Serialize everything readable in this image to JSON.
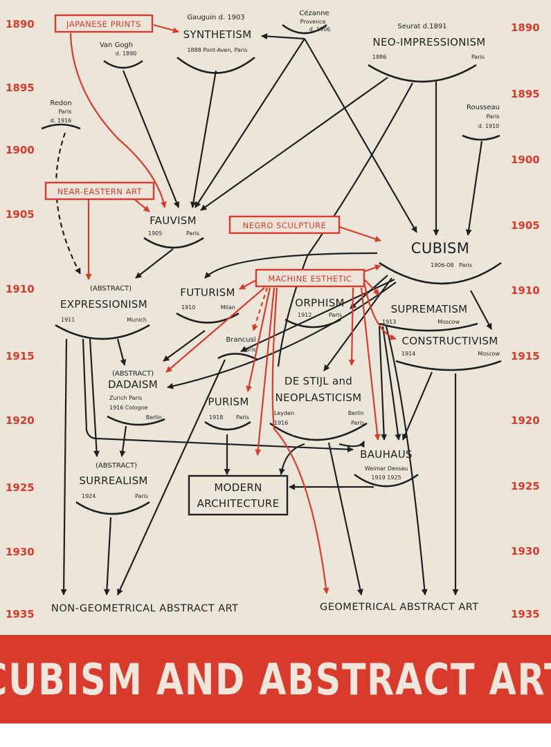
{
  "colors": {
    "paper": "#ece5da",
    "ink": "#1f1f1f",
    "red": "#d83a2c",
    "banner_text": "#f0e6dc"
  },
  "years": [
    "1890",
    "1895",
    "1900",
    "1905",
    "1910",
    "1915",
    "1920",
    "1925",
    "1930",
    "1935"
  ],
  "nodes": {
    "synthetism": {
      "name": "SYNTHETISM",
      "artist": "Gauguin d. 1903",
      "detail": "1888 Pont-Aven, Paris"
    },
    "cezanne": {
      "line1": "Cézanne",
      "line2": "Provence",
      "line3": "d. 1906"
    },
    "neo_impressionism": {
      "name": "NEO-IMPRESSIONISM",
      "artist": "Seurat d.1891",
      "year": "1886",
      "place": "Paris"
    },
    "van_gogh": {
      "line1": "Van Gogh",
      "line2": "d. 1890"
    },
    "redon": {
      "line1": "Redon",
      "line2": "Paris",
      "line3": "d. 1916"
    },
    "rousseau": {
      "line1": "Rousseau",
      "line2": "Paris",
      "line3": "d. 1910"
    },
    "fauvism": {
      "name": "FAUVISM",
      "year": "1905",
      "place": "Paris"
    },
    "cubism": {
      "name": "CUBISM",
      "year": "1906-08",
      "place": "Paris"
    },
    "expressionism": {
      "prefix": "(ABSTRACT)",
      "name": "EXPRESSIONISM",
      "year": "1911",
      "place": "Munich"
    },
    "futurism": {
      "name": "FUTURISM",
      "year": "1910",
      "place": "Milan"
    },
    "orphism": {
      "name": "ORPHISM",
      "year": "1912",
      "place": "Paris"
    },
    "suprematism": {
      "name": "SUPREMATISM",
      "year": "1913",
      "place": "Moscow"
    },
    "constructivism": {
      "name": "CONSTRUCTIVISM",
      "year": "1914",
      "place": "Moscow"
    },
    "brancusi": {
      "line1": "Brancusi",
      "line2": "Paris"
    },
    "dadaism": {
      "prefix": "(ABSTRACT)",
      "name": "DADAISM",
      "line1": "Zurich   Paris",
      "line2": "1916  Cologne",
      "line3": "Berlin"
    },
    "de_stijl": {
      "name1": "DE STIJL and",
      "name2": "NEOPLASTICISM",
      "line1": "Leyden",
      "line2": "1916",
      "line3": "Berlin",
      "line4": "Paris"
    },
    "purism": {
      "name": "PURISM",
      "year": "1918",
      "place": "Paris"
    },
    "bauhaus": {
      "name": "BAUHAUS",
      "place": "Weimar Dessau",
      "years": "1919      1925"
    },
    "surrealism": {
      "prefix": "(ABSTRACT)",
      "name": "SURREALISM",
      "year": "1924",
      "place": "Paris"
    },
    "modern_architecture": {
      "line1": "MODERN",
      "line2": "ARCHITECTURE"
    }
  },
  "influences": {
    "japanese_prints": "JAPANESE PRINTS",
    "near_eastern_art": "NEAR-EASTERN ART",
    "negro_sculpture": "NEGRO SCULPTURE",
    "machine_esthetic": "MACHINE ESTHETIC"
  },
  "outcomes": {
    "non_geometrical": "NON-GEOMETRICAL ABSTRACT ART",
    "geometrical": "GEOMETRICAL ABSTRACT ART"
  },
  "banner": {
    "title": "CUBISM AND ABSTRACT ART"
  }
}
